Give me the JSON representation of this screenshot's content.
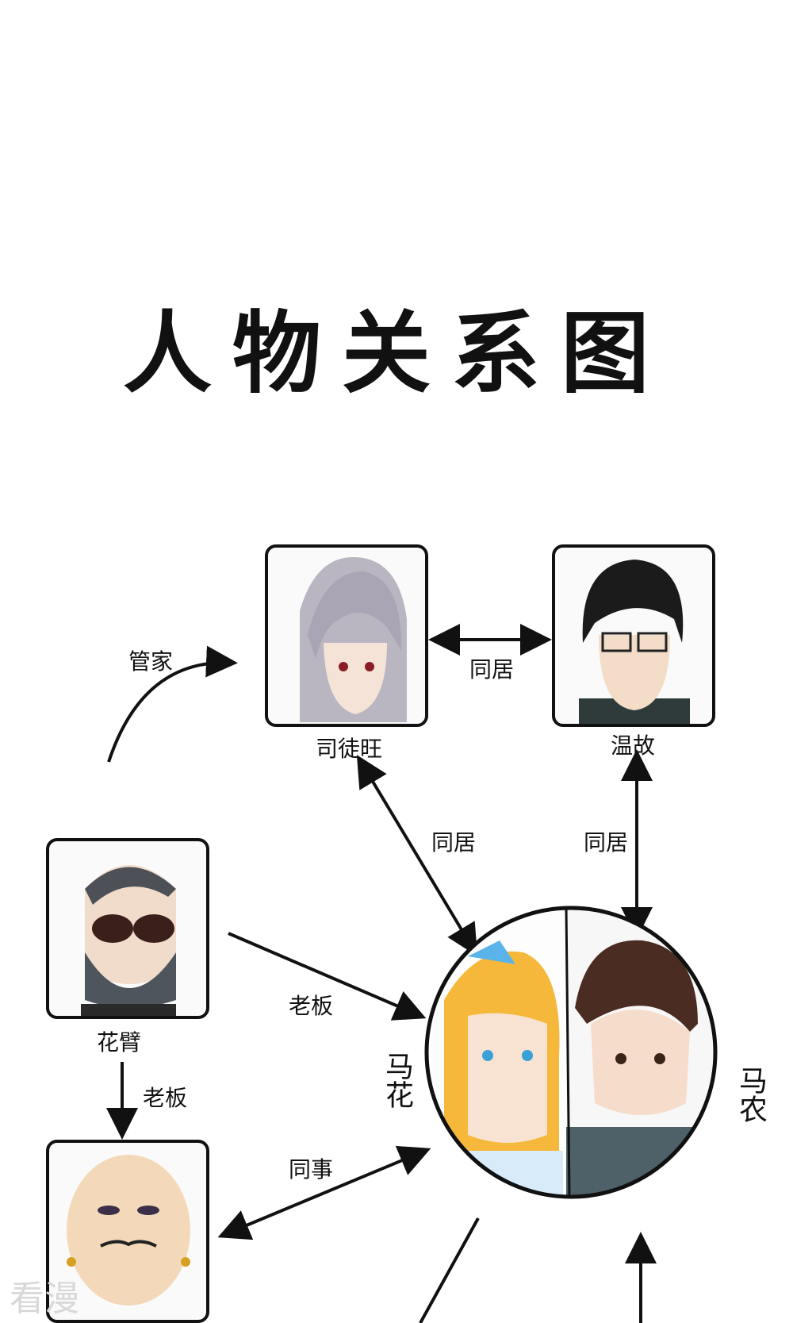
{
  "title": "人物关系图",
  "characters": {
    "situwang": "司徒旺",
    "wengu": "温故",
    "huabi": "花臂",
    "mahua": "马花",
    "manong": "马农"
  },
  "relations": {
    "guanjia": "管家",
    "tongju_top": "同居",
    "tongju_left": "同居",
    "tongju_right": "同居",
    "laoban_diag": "老板",
    "laoban_down": "老板",
    "tongshi": "同事"
  },
  "watermark": "看漫"
}
